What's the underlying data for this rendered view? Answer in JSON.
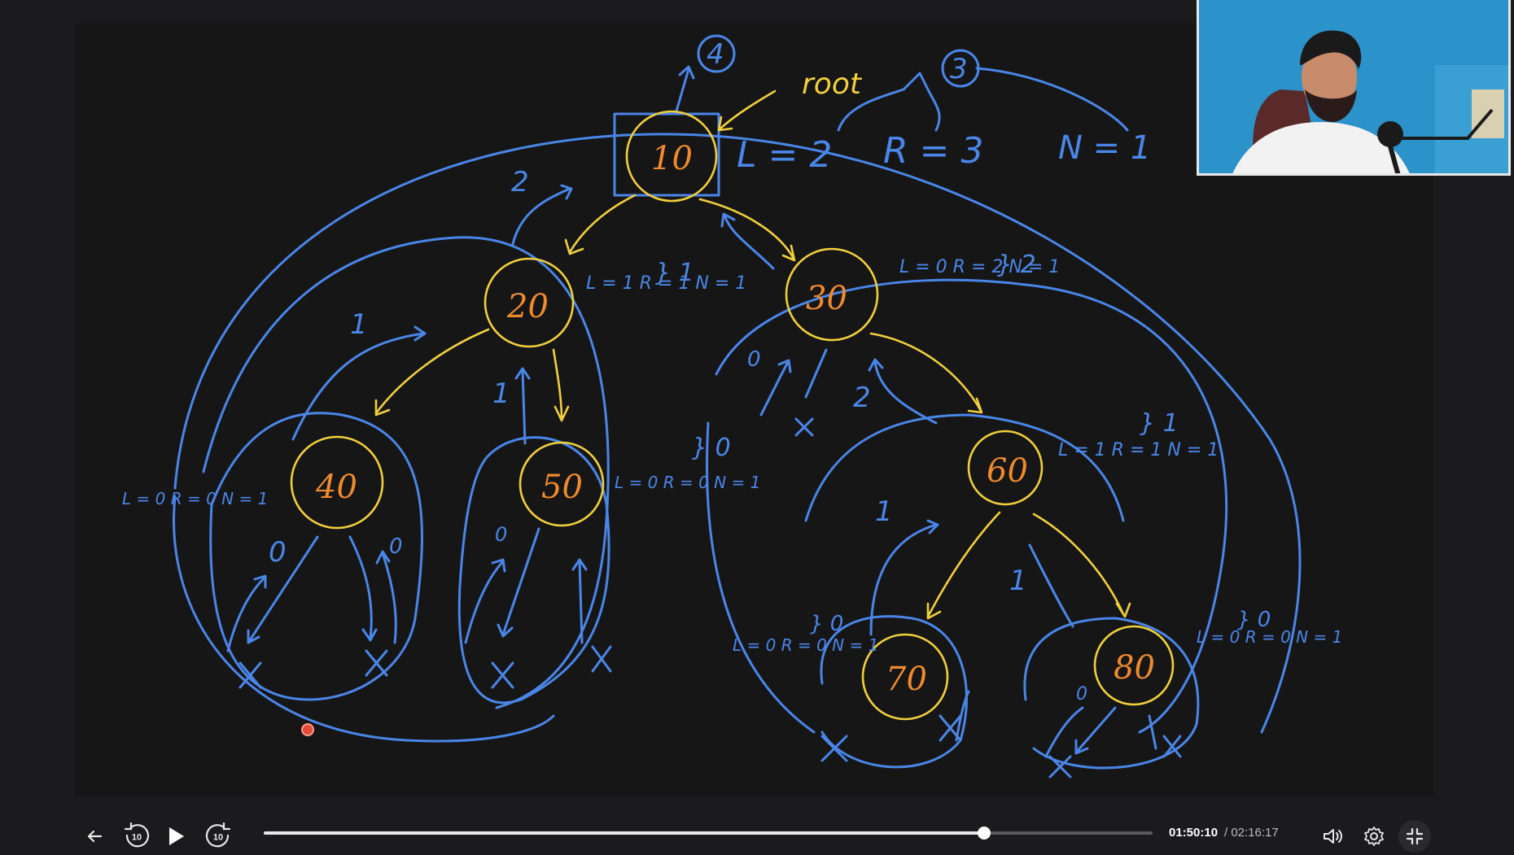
{
  "player": {
    "current_time": "01:50:10",
    "total_time": "/ 02:16:17",
    "progress": 0.81,
    "skip_back_label": "10",
    "skip_forward_label": "10",
    "accent_color": "#ffffff"
  },
  "board": {
    "nodes": [
      {
        "id": "n10",
        "label": "10"
      },
      {
        "id": "n20",
        "label": "20"
      },
      {
        "id": "n30",
        "label": "30"
      },
      {
        "id": "n40",
        "label": "40"
      },
      {
        "id": "n50",
        "label": "50"
      },
      {
        "id": "n60",
        "label": "60"
      },
      {
        "id": "n70",
        "label": "70"
      },
      {
        "id": "n80",
        "label": "80"
      }
    ],
    "notes": {
      "root": "root",
      "four": "4",
      "three": "3",
      "two_top": "2",
      "l2": "L = 2",
      "r3": "R = 3",
      "n1_top": "N = 1",
      "n20_lr": "L = 1  R = 1  N = 1",
      "n20_brace": "} 1",
      "n30_lr": "L = 0  R = 2  N = 1",
      "n30_brace": "} 2",
      "n40_lr": "L = 0  R = 0  N = 1",
      "n50_lr": "L = 0  R = 0  N = 1",
      "n50_brace": "} 0",
      "n60_lr": "L = 1  R = 1  N = 1",
      "n60_brace": "} 1",
      "n70_lr": "L = 0  R = 0  N = 1",
      "n70_brace": "} 0",
      "n80_lr": "L = 0  R = 0  N = 1",
      "n80_brace": "} 0",
      "one_a": "1",
      "one_b": "1",
      "one_c": "1",
      "one_d": "1",
      "two_mid": "2",
      "zero_a": "0",
      "zero_b": "0",
      "zero_c": "0",
      "zero_d": "0",
      "zero_e": "0"
    }
  }
}
